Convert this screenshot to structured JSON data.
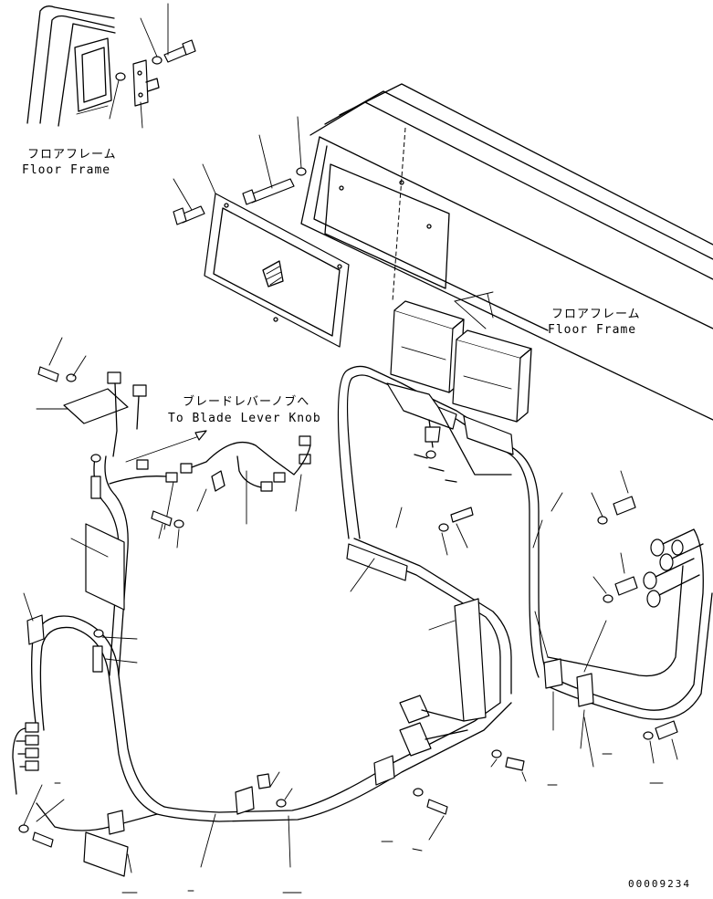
{
  "labels": {
    "floor_frame_jp_1": "フロアフレーム",
    "floor_frame_en_1": "Floor Frame",
    "floor_frame_jp_2": "フロアフレーム",
    "floor_frame_en_2": "Floor Frame",
    "blade_lever_jp": "ブレードレバーノブへ",
    "blade_lever_en": "To Blade Lever Knob",
    "drawing_number": "00009234"
  }
}
